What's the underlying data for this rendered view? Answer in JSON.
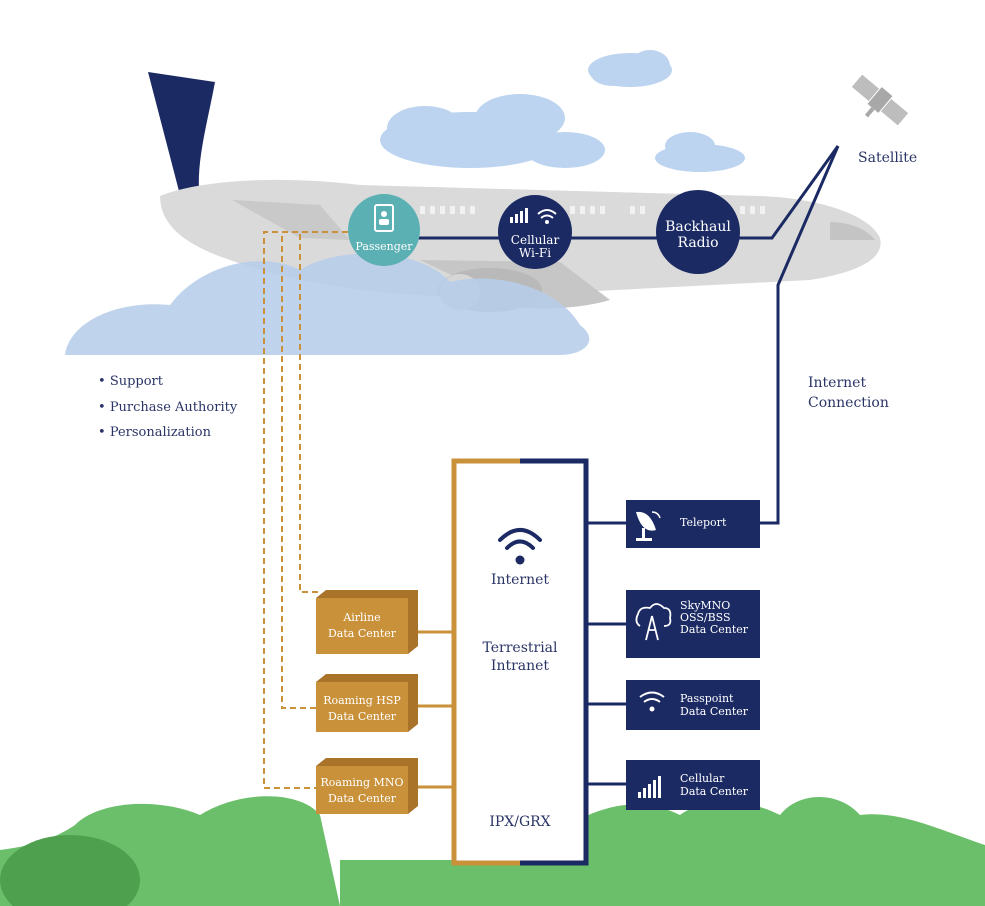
{
  "labels": {
    "satellite": "Satellite",
    "internet_connection_1": "Internet",
    "internet_connection_2": "Connection",
    "passenger": "Passenger",
    "cellular_wifi_1": "Cellular",
    "cellular_wifi_2": "Wi-Fi",
    "backhaul_1": "Backhaul",
    "backhaul_2": "Radio",
    "internet": "Internet",
    "terrestrial_1": "Terrestrial",
    "terrestrial_2": "Intranet",
    "ipx": "IPX/GRX"
  },
  "bullets": [
    "Support",
    "Purchase Authority",
    "Personalization"
  ],
  "left_boxes": [
    {
      "line1": "Airline",
      "line2": "Data Center"
    },
    {
      "line1": "Roaming HSP",
      "line2": "Data Center"
    },
    {
      "line1": "Roaming MNO",
      "line2": "Data Center"
    }
  ],
  "right_boxes": [
    {
      "lines": [
        "Teleport"
      ],
      "icon": "satellite-dish-icon"
    },
    {
      "lines": [
        "SkyMNO",
        "OSS/BSS",
        "Data Center"
      ],
      "icon": "cloud-tower-icon"
    },
    {
      "lines": [
        "Passpoint",
        "Data Center"
      ],
      "icon": "wifi-icon"
    },
    {
      "lines": [
        "Cellular",
        "Data Center"
      ],
      "icon": "signal-bars-icon"
    }
  ],
  "colors": {
    "navy": "#1b2a63",
    "teal": "#5ab0b3",
    "gold": "#c9913a",
    "gold_dark": "#a9742a",
    "plane": "#d9d9d9",
    "cloud": "#bcd0ea",
    "green": "#6cbf6a"
  }
}
